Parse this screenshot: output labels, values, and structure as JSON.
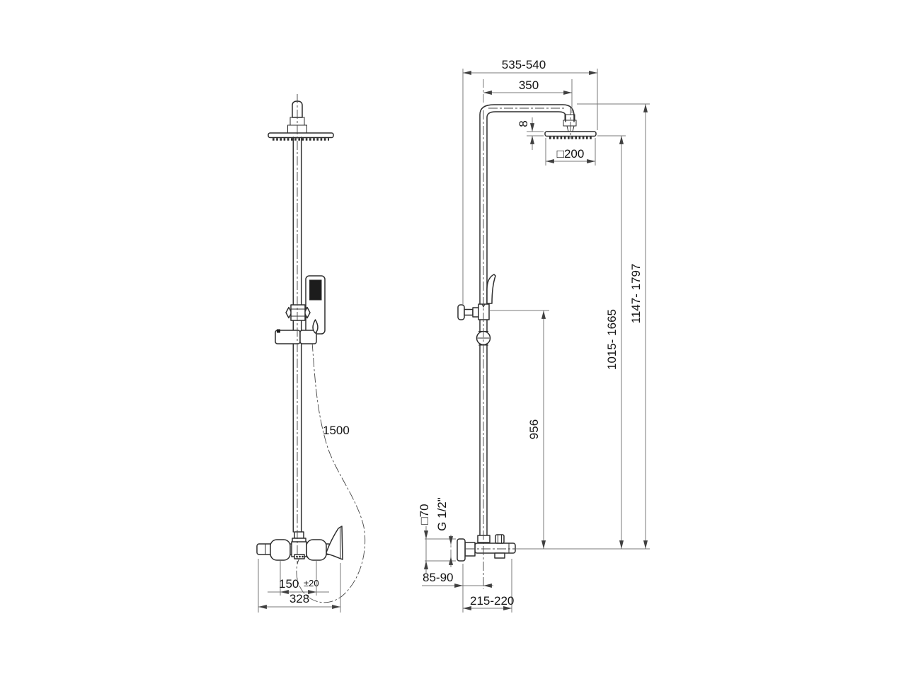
{
  "drawing": {
    "colors": {
      "object_line": "#2e2e2e",
      "dimension_line": "#787878",
      "text": "#141414",
      "background": "#ffffff"
    },
    "front_view": {
      "labels": {
        "hose_length": "1500",
        "handle_spacing": "150",
        "handle_spacing_tolerance": "±20",
        "overall_width": "328"
      }
    },
    "side_view": {
      "labels": {
        "overall_depth": "535-540",
        "arm_projection": "350",
        "head_plate_thickness": "8",
        "head_size": "□200",
        "overall_height_range": "1147- 1797",
        "height_to_head_range": "1015- 1665",
        "riser_length": "956",
        "escutcheon_size": "□70",
        "thread_size": "G 1/2\"",
        "wall_to_riser": "85-90",
        "wall_to_spout": "215-220"
      }
    }
  }
}
